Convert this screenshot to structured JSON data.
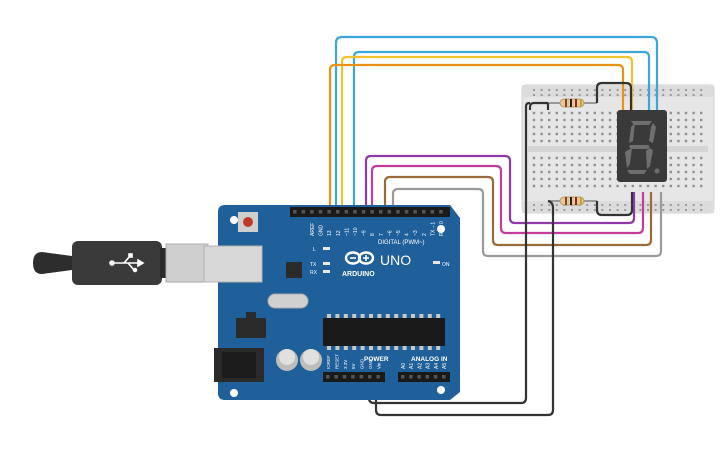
{
  "board": {
    "brand": "ARDUINO",
    "model": "UNO",
    "digital_label": "DIGITAL (PWM~)",
    "power_label": "POWER",
    "analog_label": "ANALOG IN",
    "led_on": "ON",
    "led_l": "L",
    "led_tx": "TX",
    "led_rx": "RX",
    "digital_pins": [
      "AREF",
      "GND",
      "13",
      "12",
      "~11",
      "~10",
      "~9",
      "8",
      "7",
      "~6",
      "~5",
      "4",
      "~3",
      "2",
      "TX→1",
      "RX←0"
    ],
    "power_pins": [
      "IOREF",
      "RESET",
      "3.3V",
      "5V",
      "GND",
      "GND",
      "Vin"
    ],
    "analog_pins": [
      "A0",
      "A1",
      "A2",
      "A3",
      "A4",
      "A5"
    ]
  },
  "display": {
    "digit": "8."
  },
  "colors": {
    "board": "#1f5f9a",
    "breadboard": "#e8e8e8",
    "wire_blue": "#3aa7d8",
    "wire_yellow": "#f2c12e",
    "wire_orange": "#e8921a",
    "wire_purple": "#8e3aa8",
    "wire_magenta": "#c53c9a",
    "wire_brown": "#9a6a3a",
    "wire_gray": "#9a9a9a",
    "wire_black": "#333333"
  }
}
